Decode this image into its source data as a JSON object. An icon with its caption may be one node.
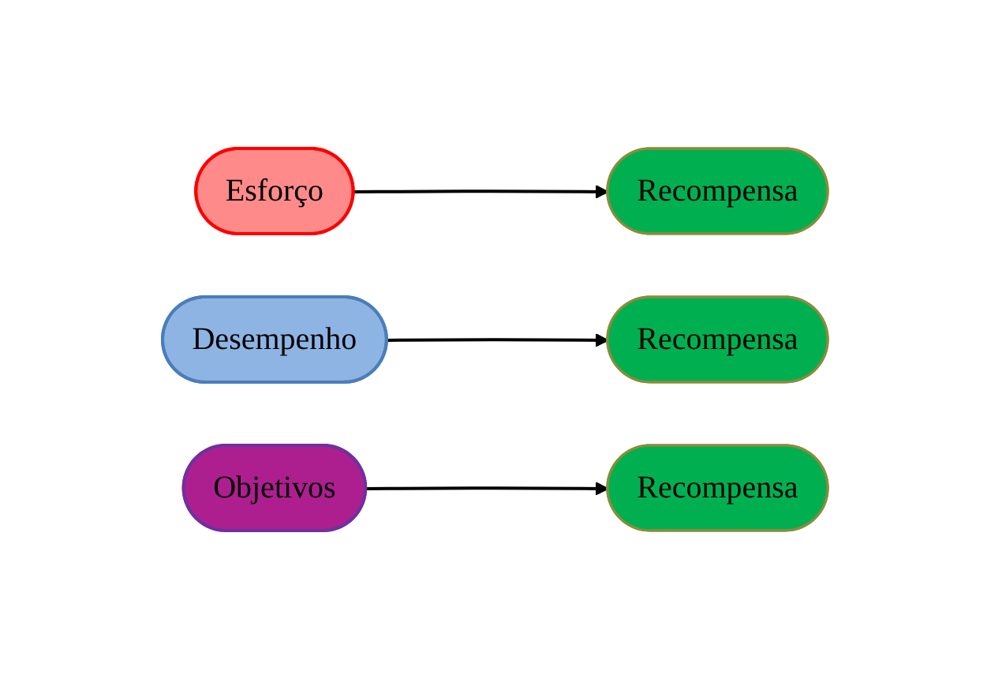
{
  "diagram": {
    "nodes": [
      {
        "text": [
          "Esforço"
        ]
      },
      {
        "text": [
          "Recompensa"
        ]
      },
      {
        "text": [
          "Desempenho"
        ]
      },
      {
        "text": [
          "Recompensa"
        ]
      },
      {
        "text": [
          "Objetivos"
        ]
      },
      {
        "text": [
          "Recompensa"
        ]
      }
    ],
    "edges": [
      {
        "from": 0,
        "to": 1,
        "arrow": "to"
      },
      {
        "from": 2,
        "to": 3,
        "arrow": "to"
      },
      {
        "from": 4,
        "to": 5,
        "arrow": "to"
      }
    ]
  }
}
